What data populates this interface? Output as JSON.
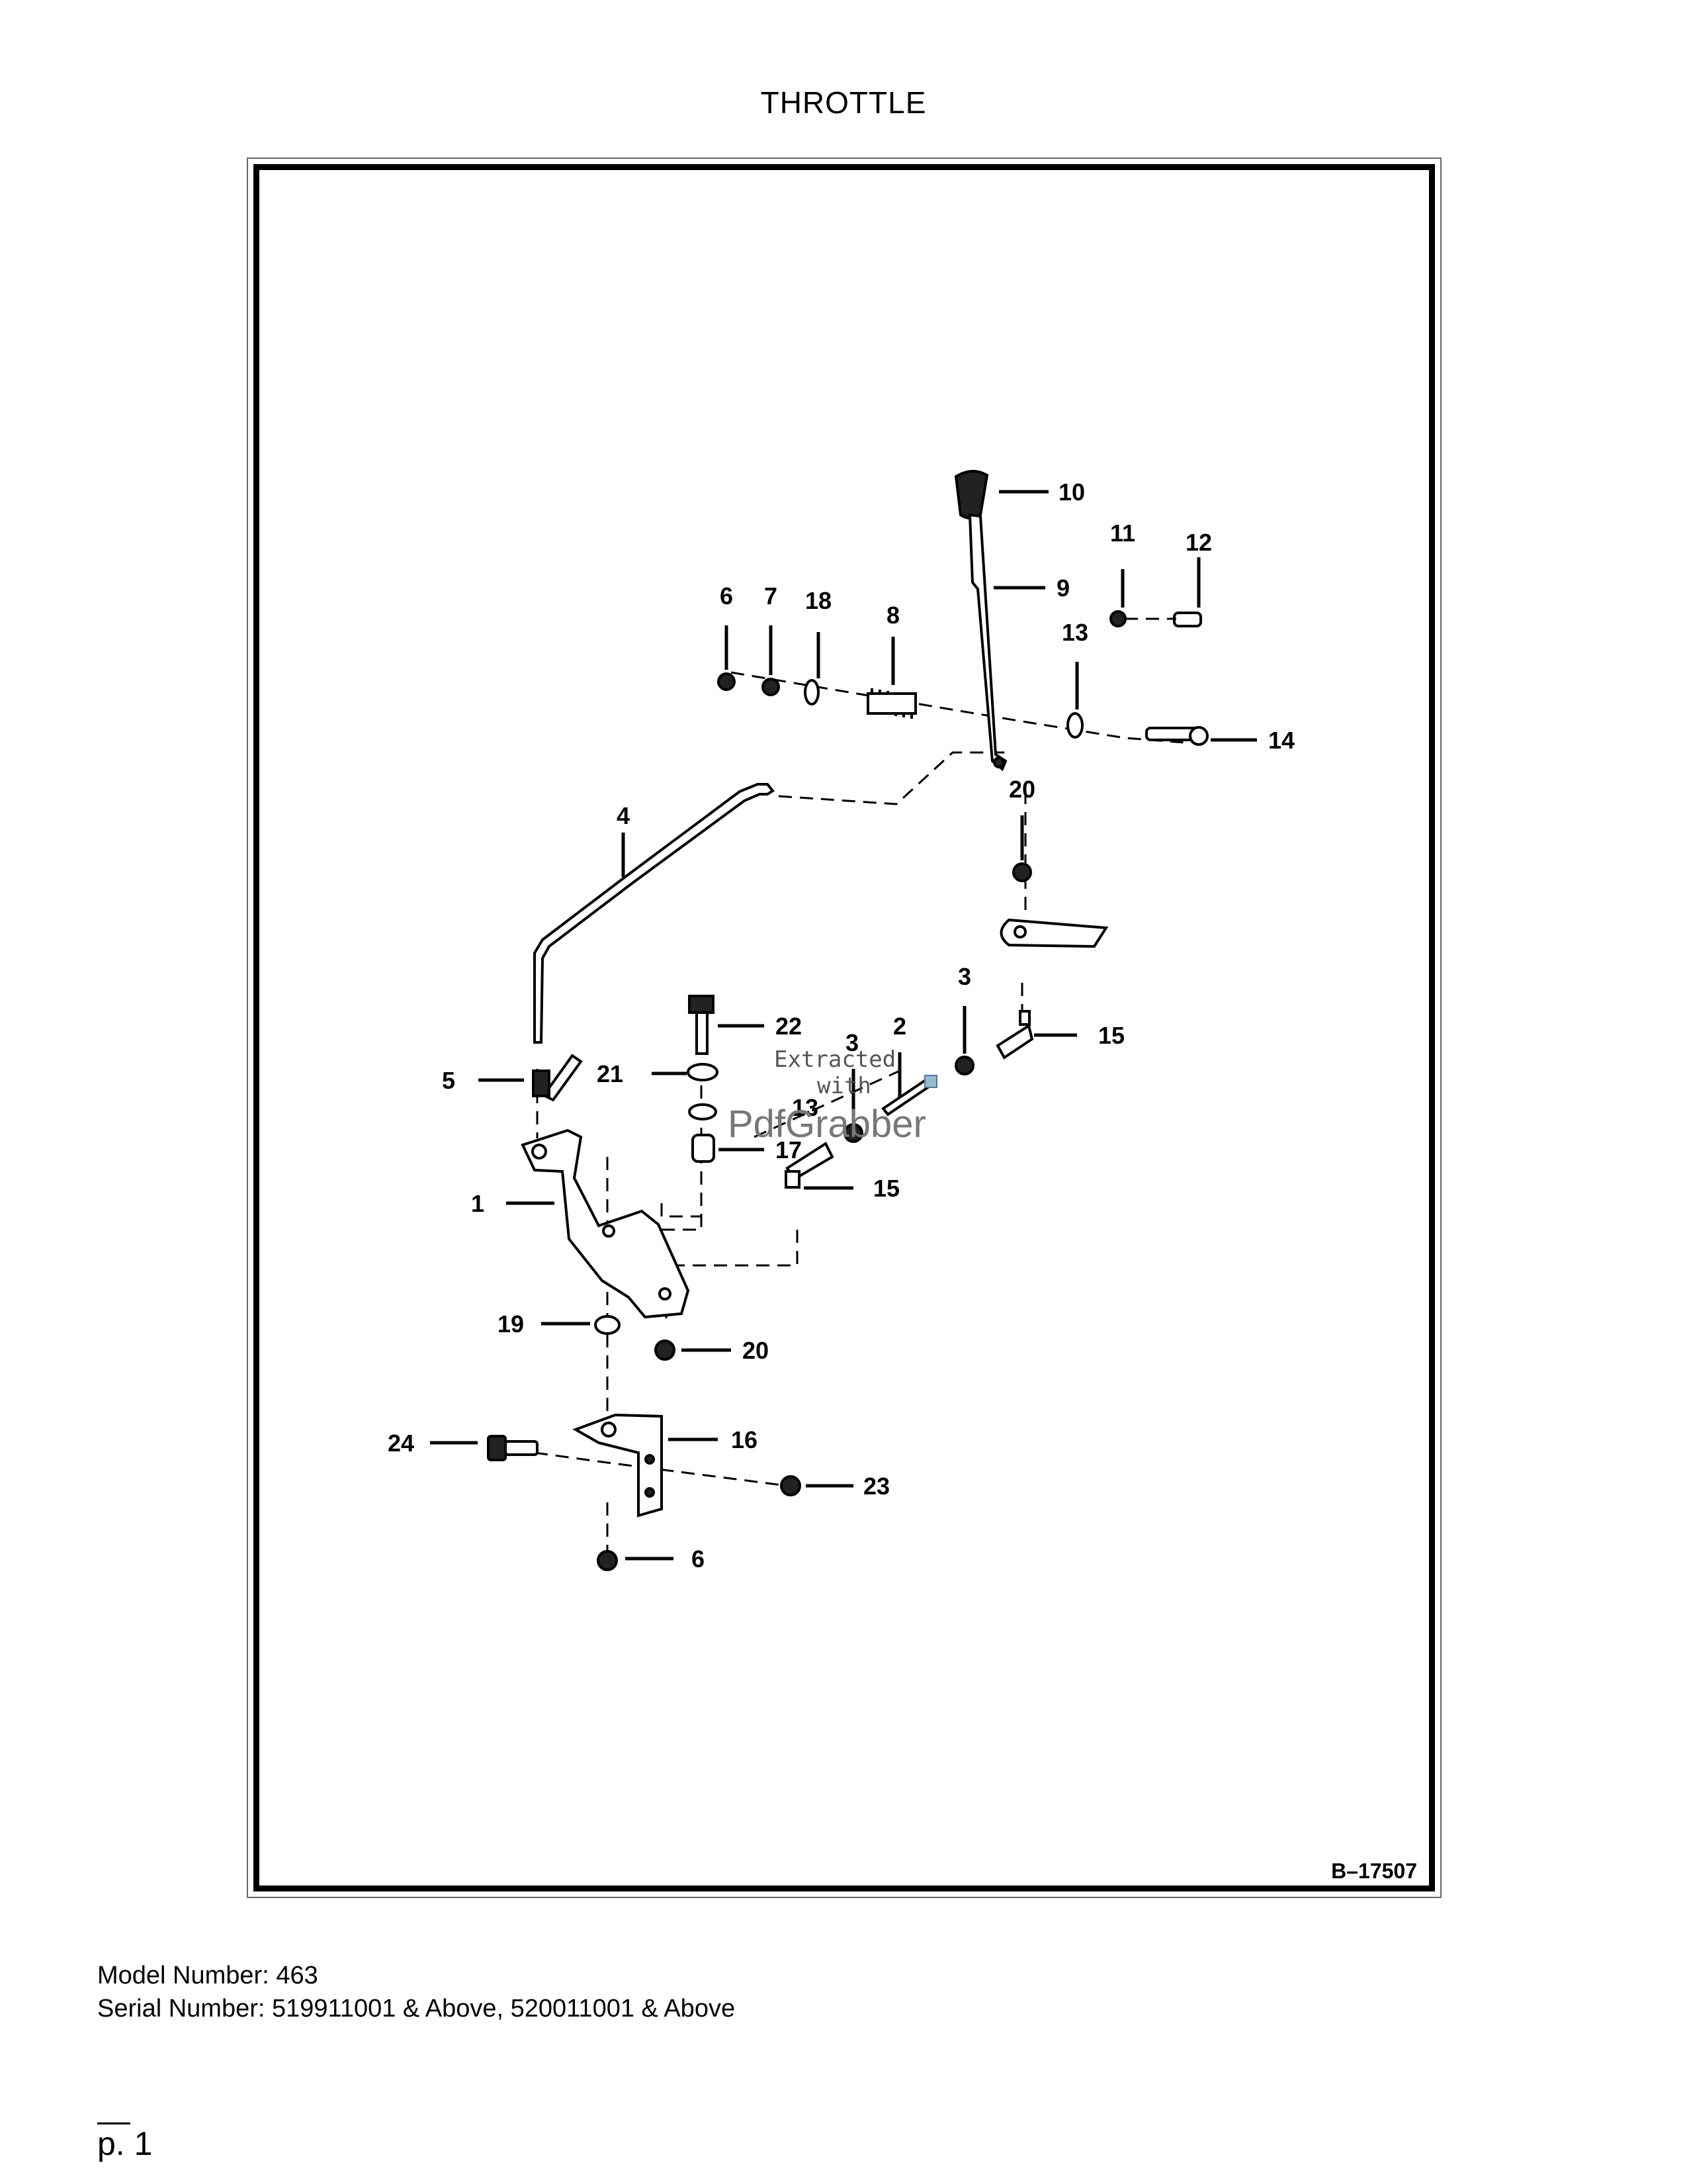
{
  "page": {
    "title": "THROTTLE",
    "model_number": "Model Number: 463",
    "serial_number": "Serial Number: 519911001 & Above, 520011001 & Above",
    "page_number": "p. 1"
  },
  "diagram": {
    "figure_id": "B–17507",
    "watermark": {
      "line1": "Extracted",
      "line2": "with",
      "brand": "PdfGrabber"
    },
    "callouts": {
      "c1": "1",
      "c2": "2",
      "c3a": "3",
      "c3b": "3",
      "c4": "4",
      "c5": "5",
      "c6a": "6",
      "c6b": "6",
      "c7": "7",
      "c8": "8",
      "c9": "9",
      "c10": "10",
      "c11": "11",
      "c12": "12",
      "c13a": "13",
      "c13b": "13",
      "c14": "14",
      "c15a": "15",
      "c15b": "15",
      "c16": "16",
      "c17": "17",
      "c18": "18",
      "c19": "19",
      "c20a": "20",
      "c20b": "20",
      "c21": "21",
      "c22": "22",
      "c23": "23",
      "c24": "24"
    }
  }
}
